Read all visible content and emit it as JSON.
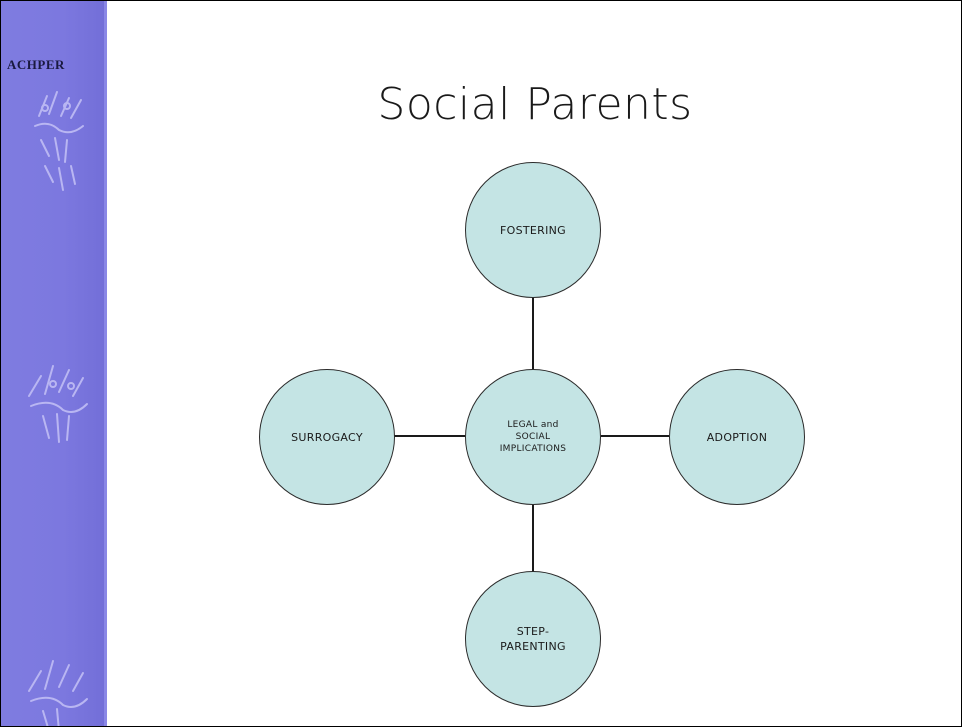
{
  "slide": {
    "title": "Social Parents",
    "logo_text": "ACHPER"
  },
  "diagram": {
    "center": {
      "label": "LEGAL and\nSOCIAL\nIMPLICATIONS"
    },
    "top": {
      "label": "FOSTERING"
    },
    "right": {
      "label": "ADOPTION"
    },
    "bottom": {
      "label": "STEP-\nPARENTING"
    },
    "left": {
      "label": "SURROGACY"
    }
  },
  "colors": {
    "sidebar": "#7c78df",
    "node_fill": "#c4e4e4",
    "node_stroke": "#2b2b2b"
  }
}
